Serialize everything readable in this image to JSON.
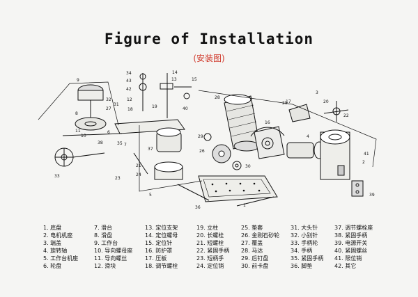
{
  "title": "Figure of Installation",
  "subtitle": "(安装图)",
  "callouts": [
    "1",
    "2",
    "3",
    "4",
    "5",
    "6",
    "7",
    "8",
    "9",
    "10",
    "11",
    "12",
    "13",
    "14",
    "15",
    "16",
    "17",
    "18",
    "19",
    "20",
    "21",
    "22",
    "23",
    "24",
    "25",
    "26",
    "27",
    "28",
    "29",
    "30",
    "31",
    "32",
    "33",
    "34",
    "35",
    "36",
    "37",
    "38",
    "39",
    "40",
    "41",
    "42",
    "43"
  ],
  "legend": [
    [
      "1. 底盘",
      "2. 电机机座",
      "3. 端盖",
      "4. 旋转轴",
      "5. 工作台机座",
      "6. 轮盘"
    ],
    [
      "7. 滑台",
      "8. 滑盘",
      "9. 工作台",
      "10. 导向螺母座",
      "11. 导向螺丝",
      "12. 滑块"
    ],
    [
      "13. 定位支架",
      "14. 定位螺母",
      "15. 定位针",
      "16. 防护罩",
      "17. 压板",
      "18. 调节螺栓"
    ],
    [
      "19. 立柱",
      "20. 长螺栓",
      "21. 短螺栓",
      "22. 紧固手柄",
      "23. 短柄手",
      "24. 定位销"
    ],
    [
      "25. 垫套",
      "26. 金刚石砂轮",
      "27. 覆盖",
      "28. 马达",
      "29. 后钉盘",
      "30. 前卡盘"
    ],
    [
      "31. 大头针",
      "32. 小别针",
      "33. 手柄轮",
      "34. 手柄",
      "35. 紧固手柄",
      "36. 脚垫"
    ],
    [
      "37. 调节螺栓座",
      "38. 紧固手柄",
      "39. 电源开关",
      "40. 紧固螺丝",
      "41. 限位销",
      "42. 其它"
    ]
  ]
}
